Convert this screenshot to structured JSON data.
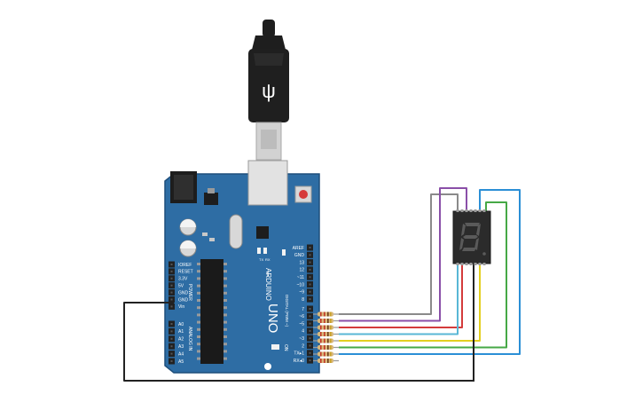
{
  "board": {
    "logo": "ARDUINO",
    "model": "UNO",
    "on_label": "ON",
    "power_label": "POWER",
    "analog_label": "ANALOG IN",
    "digital_label": "DIGITAL (PWM ~)",
    "tx_label": "TX",
    "rx_label": "RX",
    "power_pins": [
      "IOREF",
      "RESET",
      "3.3V",
      "5V",
      "GND",
      "GND",
      "Vin"
    ],
    "analog_pins": [
      "A0",
      "A1",
      "A2",
      "A3",
      "A4",
      "A5"
    ],
    "digital_pins_top": [
      "AREF",
      "GND",
      "13",
      "12",
      "~11",
      "~10",
      "~9",
      "8"
    ],
    "digital_pins_bottom": [
      "7",
      "~6",
      "~5",
      "4",
      "~3",
      "2",
      "TX▸1",
      "RX◂0"
    ],
    "colors": {
      "pcb": "#2e6da4",
      "pcb_edge": "#1f4f7c",
      "header": "#222222",
      "chip": "#1a1a1a"
    }
  },
  "display": {
    "digit": "8",
    "segment_color": "#5a5a5a",
    "body_color": "#2b2b2b"
  },
  "wires": {
    "colors": [
      "#8a8a8a",
      "#8a4fa8",
      "#d43b3b",
      "#59b7d6",
      "#e3cf1f",
      "#46a846",
      "#2b8fd6",
      "#222222"
    ]
  }
}
